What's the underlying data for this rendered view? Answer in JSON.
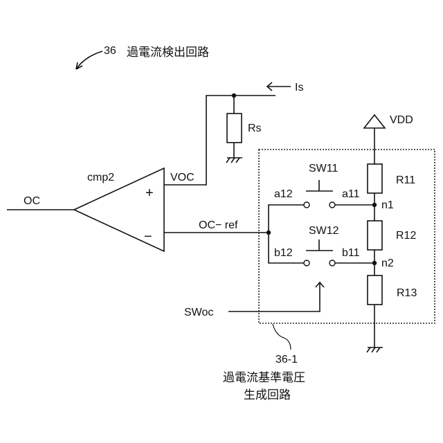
{
  "title": {
    "ref": "36",
    "name": "過電流検出回路"
  },
  "comparator": {
    "name": "cmp2",
    "plus": "+",
    "minus": "−",
    "output": "OC",
    "plus_input": "VOC",
    "minus_input": "OC− ref"
  },
  "sense": {
    "current": "Is",
    "resistor": "Rs"
  },
  "supply": {
    "vdd": "VDD"
  },
  "ladder": {
    "resistors": [
      "R11",
      "R12",
      "R13"
    ],
    "nodes": [
      "n1",
      "n2"
    ]
  },
  "switches": {
    "sw11": {
      "label": "SW11",
      "left": "a12",
      "right": "a11"
    },
    "sw12": {
      "label": "SW12",
      "left": "b12",
      "right": "b11"
    },
    "control": "SWoc"
  },
  "subcircuit": {
    "ref": "36-1",
    "name_line1": "過電流基準電圧",
    "name_line2": "生成回路"
  }
}
